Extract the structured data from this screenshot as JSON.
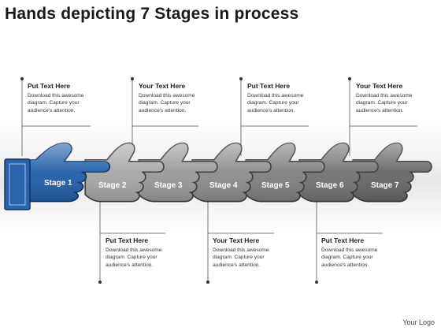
{
  "title": "Hands depicting 7 Stages in process",
  "stages": [
    {
      "label": "Stage 1",
      "color": "#1f5ea8"
    },
    {
      "label": "Stage 2",
      "color": "#a6a6a6"
    },
    {
      "label": "Stage 3",
      "color": "#999999"
    },
    {
      "label": "Stage 4",
      "color": "#8c8c8c"
    },
    {
      "label": "Stage 5",
      "color": "#7f7f7f"
    },
    {
      "label": "Stage 6",
      "color": "#727272"
    },
    {
      "label": "Stage 7",
      "color": "#666666"
    }
  ],
  "callouts_top": [
    {
      "title": "Put Text Here",
      "body": "Download this awesome diagram. Capture your audience's attention."
    },
    {
      "title": "Your Text Here",
      "body": "Download this awesome diagram. Capture your audience's attention."
    },
    {
      "title": "Put Text Here",
      "body": "Download this awesome diagram. Capture your audience's attention."
    },
    {
      "title": "Your Text Here",
      "body": "Download this awesome diagram. Capture your audience's attention."
    }
  ],
  "callouts_bottom": [
    {
      "title": "Put Text Here",
      "body": "Download this awesome diagram. Capture your audience's attention."
    },
    {
      "title": "Your Text Here",
      "body": "Download this awesome diagram. Capture your audience's attention."
    },
    {
      "title": "Put Text Here",
      "body": "Download this awesome diagram. Capture your audience's attention."
    }
  ],
  "logo": "Your Logo"
}
